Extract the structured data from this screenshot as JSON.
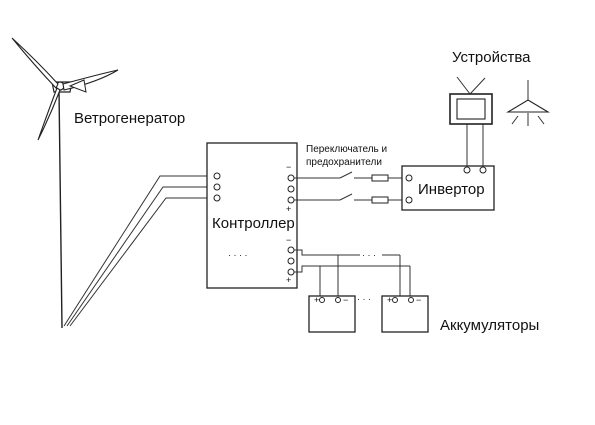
{
  "labels": {
    "wind_generator": "Ветрогенератор",
    "controller": "Контроллер",
    "switches_fuses_line1": "Переключатель и",
    "switches_fuses_line2": "предохранители",
    "inverter": "Инвертор",
    "devices": "Устройства",
    "batteries": "Аккумуляторы"
  },
  "controller_terminals": {
    "inverter_side": [
      "−",
      "",
      "+"
    ],
    "battery_side": [
      "−",
      "",
      "+"
    ]
  },
  "battery_terminals": [
    "+",
    "−"
  ],
  "continuation_marks": "· · ·"
}
